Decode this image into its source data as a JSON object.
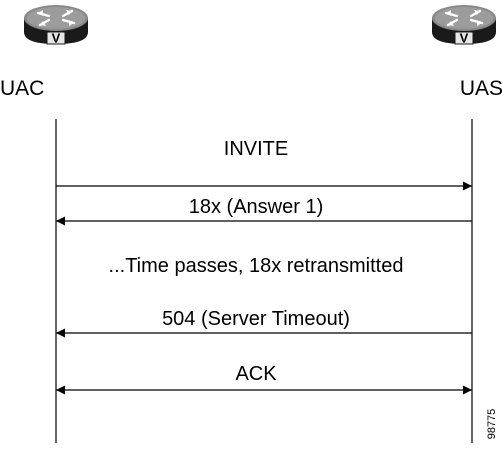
{
  "endpoints": {
    "left": {
      "label": "UAC",
      "icon": "router-icon",
      "icon_badge": "V"
    },
    "right": {
      "label": "UAS",
      "icon": "router-icon",
      "icon_badge": "V"
    }
  },
  "messages": [
    {
      "label": "INVITE",
      "direction": "left-to-right"
    },
    {
      "label": "18x (Answer 1)",
      "direction": "right-to-left"
    },
    {
      "label": "504 (Server Timeout)",
      "direction": "right-to-left"
    },
    {
      "label": "ACK",
      "direction": "both"
    }
  ],
  "note": "...Time passes, 18x retransmitted",
  "figure_id": "98775",
  "colors": {
    "icon_dark": "#1a1a1a",
    "icon_top": "#8a8a8a",
    "icon_light": "#e6e6e6",
    "line": "#000000"
  }
}
